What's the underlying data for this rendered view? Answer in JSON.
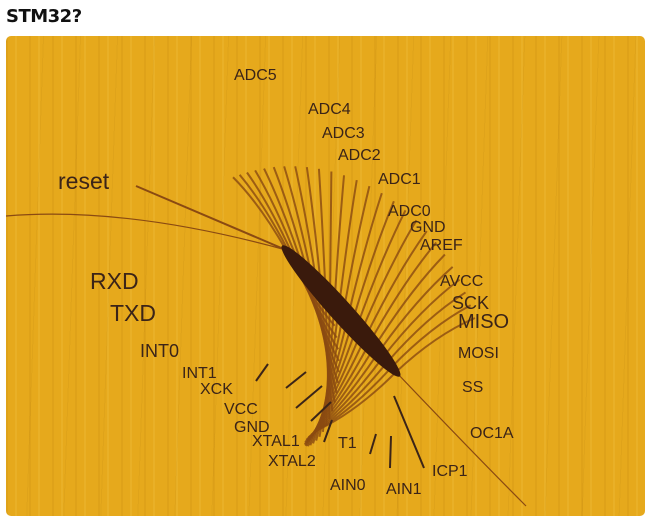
{
  "post": {
    "title": "STM32?"
  },
  "photo": {
    "colors": {
      "background": "#e6a91c",
      "label": "#3b2418",
      "body": "#3a1a0c",
      "leg": "#8a4a12"
    },
    "labels": {
      "reset": "reset",
      "rxd": "RXD",
      "txd": "TXD",
      "int0": "INT0",
      "int1": "INT1",
      "xck": "XCK",
      "vcc": "VCC",
      "gnd_left": "GND",
      "xtal1": "XTAL1",
      "xtal2": "XTAL2",
      "t1": "T1",
      "ain0": "AIN0",
      "ain1": "AIN1",
      "icp1": "ICP1",
      "oc1a": "OC1A",
      "ss": "SS",
      "mosi": "MOSI",
      "miso": "MISO",
      "sck": "SCK",
      "avcc": "AVCC",
      "aref": "AREF",
      "gnd_right": "GND",
      "adc0": "ADC0",
      "adc1": "ADC1",
      "adc2": "ADC2",
      "adc3": "ADC3",
      "adc4": "ADC4",
      "adc5": "ADC5"
    }
  }
}
